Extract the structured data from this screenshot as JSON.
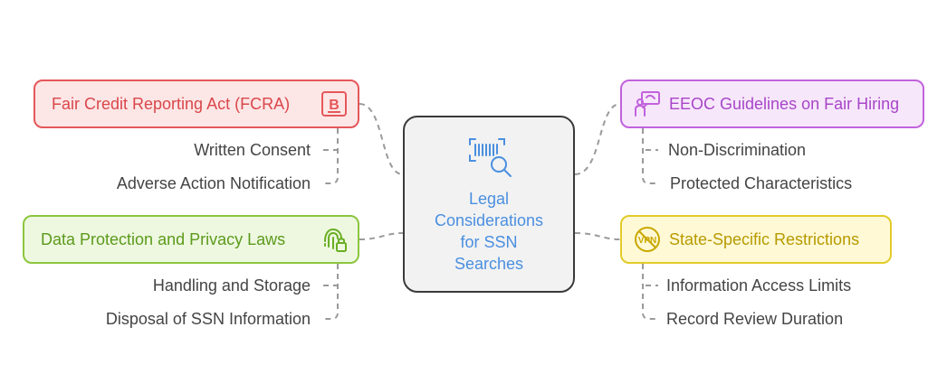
{
  "center": {
    "title": "Legal\nConsiderations\nfor SSN\nSearches",
    "icon": "barcode-search-icon"
  },
  "topics": {
    "fcra": {
      "label": "Fair Credit Reporting Act (FCRA)",
      "icon": "bold-text-icon",
      "color": "#e5575a",
      "items": [
        "Written Consent",
        "Adverse Action Notification"
      ]
    },
    "data_protection": {
      "label": "Data Protection and Privacy Laws",
      "icon": "fingerprint-lock-icon",
      "color": "#8cc63e",
      "items": [
        "Handling and Storage",
        "Disposal of SSN Information"
      ]
    },
    "eeoc": {
      "label": "EEOC Guidelines on Fair Hiring",
      "icon": "presenter-board-icon",
      "color": "#c262dc",
      "items": [
        "Non-Discrimination",
        "Protected Characteristics"
      ]
    },
    "state": {
      "label": "State-Specific Restrictions",
      "icon": "no-vpn-icon",
      "color": "#e2cb2a",
      "items": [
        "Information Access Limits",
        "Record Review Duration"
      ]
    }
  },
  "center_color": "#4a8fe0"
}
